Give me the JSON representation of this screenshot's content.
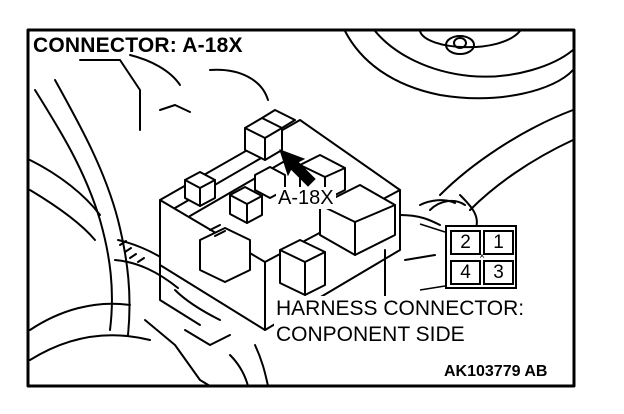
{
  "title": "CONNECTOR: A-18X",
  "callout_label": "A-18X",
  "caption": {
    "line1": "HARNESS CONNECTOR:",
    "line2": "CONPONENT SIDE"
  },
  "pins": {
    "top_left": "2",
    "top_right": "1",
    "bottom_left": "4",
    "bottom_right": "3"
  },
  "code": "AK103779 AB"
}
